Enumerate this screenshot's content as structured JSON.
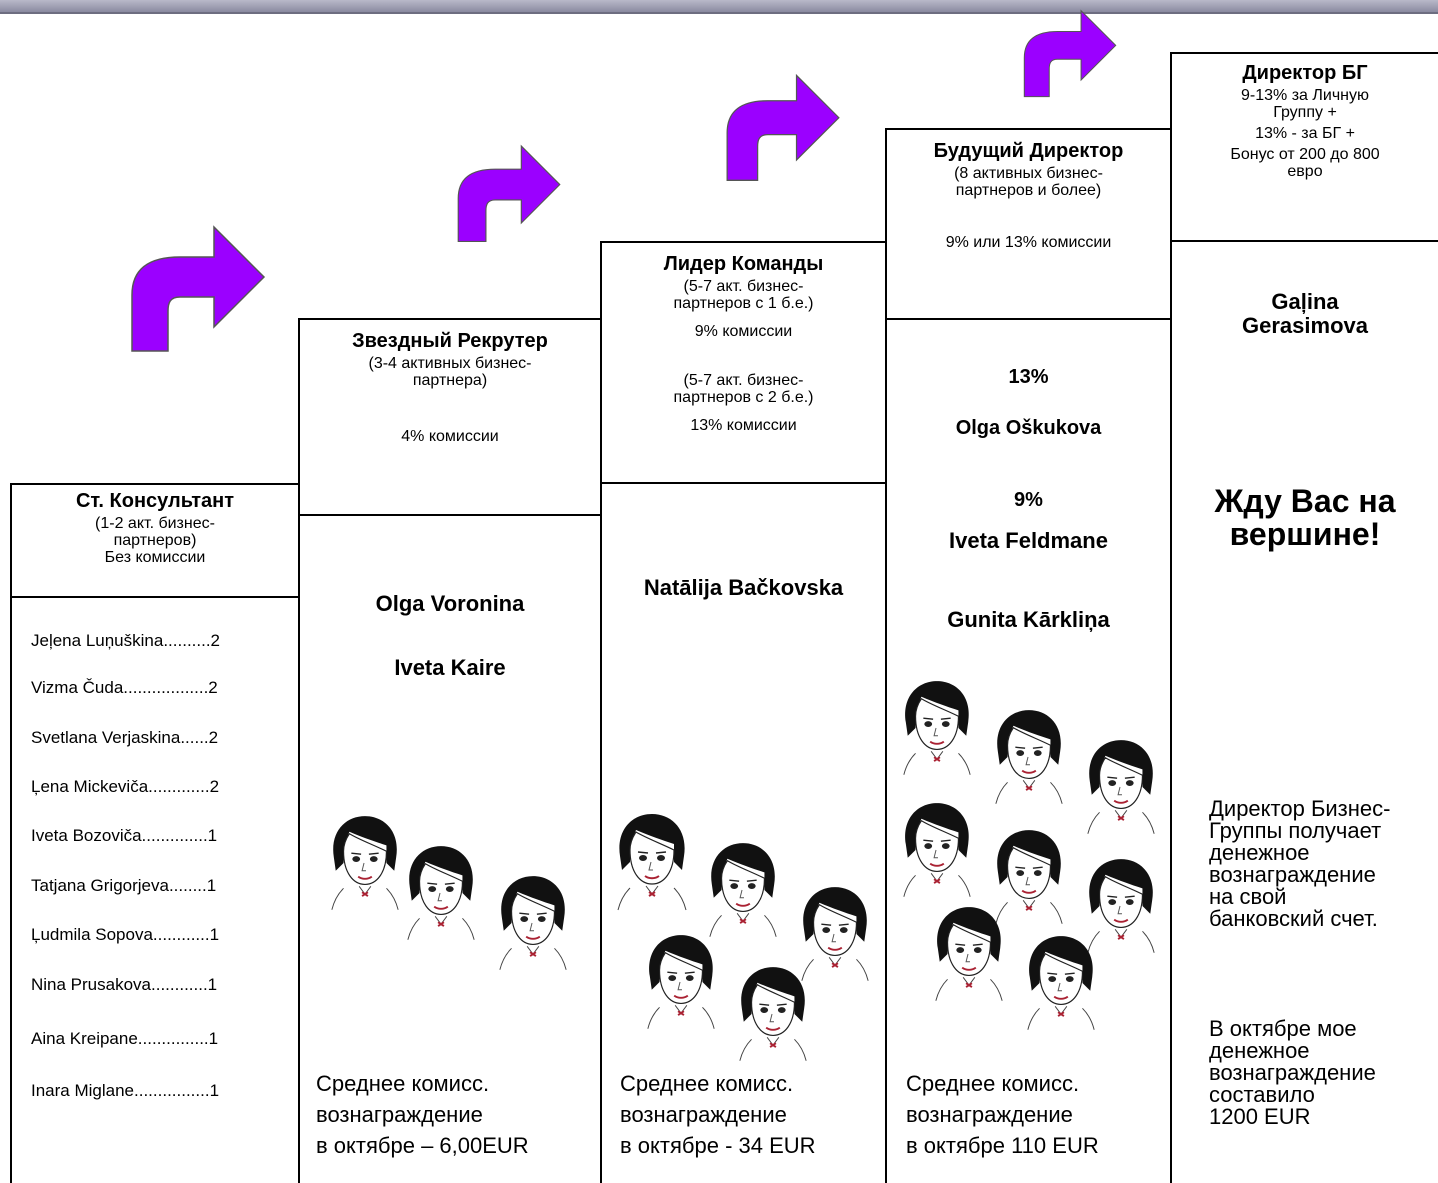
{
  "accent_color": "#9b00ff",
  "levels": {
    "consultant": {
      "title": "Ст. Консультант",
      "desc1": "(1-2 акт. бизнес-",
      "desc2": "партнеров)",
      "desc3": "Без комиссии",
      "members": [
        "Jeļena Luņuškina..........2",
        "Vizma Čuda..................2",
        "Svetlana Verjaskina......2",
        "Ļena Mickeviča.............2",
        "Iveta Bozoviča..............1",
        "Tatjana Grigorjeva........1",
        "Ļudmila Sopova............1",
        "Nina Prusakova............1",
        "Aina Kreipane...............1",
        "Inara Miglane................1"
      ]
    },
    "recruiter": {
      "title": "Звездный Рекрутер",
      "desc1": "(3-4 активных бизнес-",
      "desc2": "партнера)",
      "commission": "4% комиссии",
      "name1": "Olga Voronina",
      "name2": "Iveta Kaire",
      "avg1": "Среднее комисс.",
      "avg2": "вознаграждение",
      "avg3": "в октябре – 6,00EUR"
    },
    "leader": {
      "title": "Лидер Команды",
      "desc1": "(5-7 акт. бизнес-",
      "desc2": "партнеров с 1 б.е.)",
      "desc3": "9% комиссии",
      "desc4": "(5-7 акт. бизнес-",
      "desc5": "партнеров с 2 б.е.)",
      "desc6": "13% комиссии",
      "name1": "Natālija Bačkovska",
      "avg1": "Среднее комисс.",
      "avg2": "вознаграждение",
      "avg3": "в октябре - 34 EUR"
    },
    "future_director": {
      "title": "Будущий Директор",
      "desc1": "(8 активных бизнес-",
      "desc2": "партнеров и более)",
      "commission": "9% или 13% комиссии",
      "pct13": "13%",
      "name1": "Olga Oškukova",
      "pct9": "9%",
      "name2": "Iveta Feldmane",
      "name3": "Gunita Kārkliņa",
      "avg1": "Среднее комисс.",
      "avg2": "вознаграждение",
      "avg3": "в октябре 110 EUR"
    },
    "director": {
      "title": "Директор БГ",
      "desc1": "9-13%  за Личную",
      "desc2": "Группу +",
      "desc3": "13% - за БГ +",
      "desc4": "Бонус от 200 до 800",
      "desc5": "евро",
      "name1": "Gaļina",
      "name2": "Gerasimova",
      "wait1": "Жду Вас на",
      "wait2": "вершине!",
      "info1": "Директор Бизнес-",
      "info2": "Группы получает",
      "info3": "денежное",
      "info4": "вознаграждение",
      "info5": "на свой",
      "info6": "банковский счет.",
      "oct1": "В октябре мое",
      "oct2": "денежное",
      "oct3": "вознаграждение",
      "oct4": "составило",
      "oct5": "1200 EUR"
    }
  }
}
